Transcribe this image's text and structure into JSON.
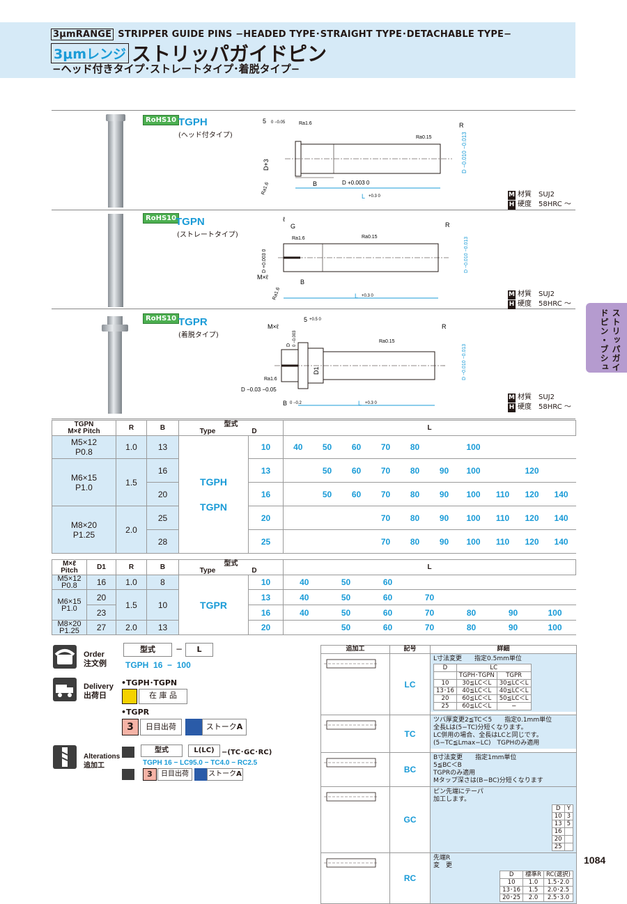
{
  "header": {
    "en_range": "3μmRANGE",
    "en_title": "STRIPPER GUIDE PINS −HEADED TYPE･STRAIGHT TYPE･DETACHABLE TYPE−",
    "jp_range": "3μmレンジ",
    "jp_title": "ストリッパガイドピン",
    "jp_sub": "−ヘッド付きタイプ･ストレートタイプ･着脱タイプ−"
  },
  "side_tab": "ストリッパガイドピン・ブシュ",
  "products": [
    {
      "code": "TGPH",
      "sub": "(ヘッド付タイプ)",
      "rohs": "RoHS10",
      "mat_label": "材質",
      "mat": "SUJ2",
      "hard_label": "硬度",
      "hard": "58HRC ～",
      "dims": {
        "d1": "5",
        "d1tol": "0 −0.05",
        "ra1": "Ra1.6",
        "ra2": "Ra0.15",
        "dh": "D+3",
        "b": "B",
        "dtol": "D +0.003 0",
        "r": "R",
        "dright": "D −0.010 −0.013",
        "l": "L",
        "ltol": "+0.3 0",
        "ra3": "Ra1.6"
      }
    },
    {
      "code": "TGPN",
      "sub": "(ストレートタイプ)",
      "rohs": "RoHS10",
      "mat_label": "材質",
      "mat": "SUJ2",
      "hard_label": "硬度",
      "hard": "58HRC ～",
      "dims": {
        "ell": "ℓ",
        "g": "G",
        "ra1": "Ra1.6",
        "ra2": "Ra0.15",
        "r": "R",
        "dleft": "D +0.003 0",
        "dright": "D −0.010 −0.013",
        "mxl": "M×ℓ",
        "b": "B",
        "l": "L",
        "ltol": "+0.3 0",
        "ra3": "Ra1.6"
      }
    },
    {
      "code": "TGPR",
      "sub": "(着脱タイプ)",
      "rohs": "RoHS10",
      "mat_label": "材質",
      "mat": "SUJ2",
      "hard_label": "硬度",
      "hard": "58HRC ～",
      "dims": {
        "mxl": "M×ℓ",
        "d0": "D",
        "d0tol": "0 −0.003",
        "t5": "5",
        "t5tol": "+0.5 0",
        "r": "R",
        "ra2": "Ra0.15",
        "d1": "D1",
        "dright": "D −0.010 −0.013",
        "ra1": "Ra1.6",
        "dleft": "D −0.03 −0.05",
        "b": "B",
        "btol": "0 −0.2",
        "l": "L",
        "ltol": "+0.3 0"
      }
    }
  ],
  "table1": {
    "headers": {
      "pitch": "TGPN",
      "pitch2": "M×ℓ Pitch",
      "r": "R",
      "b": "B",
      "type_jp": "型式",
      "type": "Type",
      "d": "D",
      "l": "L"
    },
    "types": [
      "TGPH",
      "TGPN"
    ],
    "rows": [
      {
        "pitch": "M5×12",
        "pitch2": "P0.8",
        "r": "1.0",
        "b": "13",
        "d": "10",
        "L": [
          "40",
          "50",
          "60",
          "70",
          "80",
          "",
          "100",
          "",
          "",
          ""
        ]
      },
      {
        "pitch": "M6×15",
        "pitch2": "P1.0",
        "r": "1.5",
        "b": "16",
        "d": "13",
        "L": [
          "",
          "50",
          "60",
          "70",
          "80",
          "90",
          "100",
          "",
          "120",
          ""
        ]
      },
      {
        "b": "20",
        "d": "16",
        "L": [
          "",
          "50",
          "60",
          "70",
          "80",
          "90",
          "100",
          "110",
          "120",
          "140"
        ]
      },
      {
        "pitch": "M8×20",
        "pitch2": "P1.25",
        "r": "2.0",
        "b": "25",
        "d": "20",
        "L": [
          "",
          "",
          "",
          "70",
          "80",
          "90",
          "100",
          "110",
          "120",
          "140"
        ]
      },
      {
        "b": "28",
        "d": "25",
        "L": [
          "",
          "",
          "",
          "70",
          "80",
          "90",
          "100",
          "110",
          "120",
          "140"
        ]
      }
    ]
  },
  "table2": {
    "headers": {
      "pitch": "M×ℓ",
      "pitch2": "Pitch",
      "d1": "D1",
      "r": "R",
      "b": "B",
      "type_jp": "型式",
      "type": "Type",
      "d": "D",
      "l": "L"
    },
    "type": "TGPR",
    "rows": [
      {
        "pitch": "M5×12",
        "pitch2": "P0.8",
        "d1": "16",
        "r": "1.0",
        "b": "8",
        "d": "10",
        "L": [
          "40",
          "50",
          "60",
          "",
          "",
          "",
          ""
        ]
      },
      {
        "pitch": "M6×15",
        "pitch2": "P1.0",
        "d1": "20",
        "r": "1.5",
        "b": "10",
        "d": "13",
        "L": [
          "40",
          "50",
          "60",
          "70",
          "",
          "",
          ""
        ]
      },
      {
        "d1": "23",
        "d": "16",
        "L": [
          "40",
          "50",
          "60",
          "70",
          "80",
          "90",
          "100"
        ]
      },
      {
        "pitch": "M8×20",
        "pitch2": "P1.25",
        "d1": "27",
        "r": "2.0",
        "b": "13",
        "d": "20",
        "L": [
          "",
          "50",
          "60",
          "70",
          "80",
          "90",
          "100"
        ]
      }
    ]
  },
  "order": {
    "en": "Order",
    "jp": "注文例",
    "h_type": "型式",
    "dash": "−",
    "h_l": "L",
    "ex_type": "TGPH",
    "ex_d": "16",
    "ex_sep": "−",
    "ex_l": "100"
  },
  "delivery": {
    "en": "Delivery",
    "jp": "出荷日",
    "g1": "•TGPH･TGPN",
    "stock": "在 庫 品",
    "g2": "•TGPR",
    "days": "3",
    "days_txt": "日目出荷",
    "stoke": "ストーク",
    "stoke_a": "A"
  },
  "alterations": {
    "en": "Alterations",
    "jp": "追加工",
    "h_type": "型式",
    "h_lc": "L(LC)",
    "h_codes": "−(TC･GC･RC)",
    "example": "TGPH 16 − LC95.0 − TC4.0 − RC2.5",
    "days": "3",
    "days_txt": "日目出荷",
    "stoke": "ストーク",
    "stoke_a": "A"
  },
  "alt_table": {
    "headers": {
      "a": "追加工",
      "b": "記号",
      "c": "詳細"
    },
    "rows": [
      {
        "code": "LC",
        "lines": [
          "L寸法変更　　指定0.5mm単位"
        ],
        "mini_head": [
          "D",
          "LC",
          "TGPH･TGPN",
          "TGPR"
        ],
        "mini": [
          [
            "10",
            "30≦LC＜L",
            "30≦LC＜L"
          ],
          [
            "13･16",
            "40≦LC＜L",
            "40≦LC＜L"
          ],
          [
            "20",
            "60≦LC＜L",
            "50≦LC＜L"
          ],
          [
            "25",
            "60≦LC＜L",
            "−"
          ]
        ]
      },
      {
        "code": "TC",
        "lines": [
          "ツバ厚変更2≦TC＜5　　指定0.1mm単位",
          "全長Lは(5−TC)分短くなります。",
          "LC併用の場合、全長はLCと同じです。",
          "(5−TC≦Lmax−LC)　TGPHのみ適用"
        ]
      },
      {
        "code": "BC",
        "lines": [
          "B寸法変更　　指定1mm単位",
          "5≦BC＜B",
          "TGPRのみ適用",
          "Mタップ深さは(B−BC)分短くなります"
        ]
      },
      {
        "code": "GC",
        "lines": [
          "ピン先端にテーパ",
          "加工します。"
        ],
        "mini_head": [
          "D",
          "Y"
        ],
        "mini": [
          [
            "10",
            "3"
          ],
          [
            "13",
            "5"
          ],
          [
            "16",
            ""
          ],
          [
            "20",
            ""
          ],
          [
            "25",
            ""
          ]
        ]
      },
      {
        "code": "RC",
        "lines": [
          "先端R",
          "変　更"
        ],
        "mini_head": [
          "D",
          "標準R",
          "RC(選択)"
        ],
        "mini": [
          [
            "10",
            "1.0",
            "1.5･2.0"
          ],
          [
            "13･16",
            "1.5",
            "2.0･2.5"
          ],
          [
            "20･25",
            "2.0",
            "2.5･3.0"
          ]
        ]
      }
    ]
  },
  "page_number": "1084"
}
